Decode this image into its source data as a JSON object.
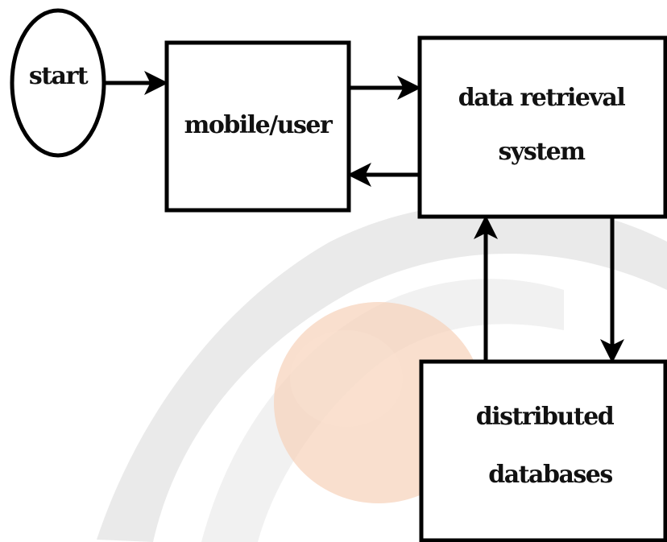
{
  "diagram": {
    "type": "flowchart",
    "colors": {
      "stroke": "#000000",
      "fill": "#ffffff",
      "text": "#111111",
      "watermark_gray": "#d9d9d9",
      "watermark_orange": "#f0b088"
    },
    "nodes": {
      "start": {
        "shape": "circle",
        "label": "start"
      },
      "mobile_user": {
        "shape": "rectangle",
        "label": "mobile/user"
      },
      "data_retrieval": {
        "shape": "rectangle",
        "line1": "data retrieval",
        "line2": "system"
      },
      "distributed_db": {
        "shape": "rectangle",
        "line1": "distributed",
        "line2": "databases"
      }
    },
    "edges": [
      {
        "from": "start",
        "to": "mobile_user"
      },
      {
        "from": "mobile_user",
        "to": "data_retrieval"
      },
      {
        "from": "data_retrieval",
        "to": "mobile_user"
      },
      {
        "from": "data_retrieval",
        "to": "distributed_db"
      },
      {
        "from": "distributed_db",
        "to": "data_retrieval"
      }
    ],
    "watermark": {
      "present": true,
      "description_icon": "globe-orbit-watermark"
    }
  }
}
